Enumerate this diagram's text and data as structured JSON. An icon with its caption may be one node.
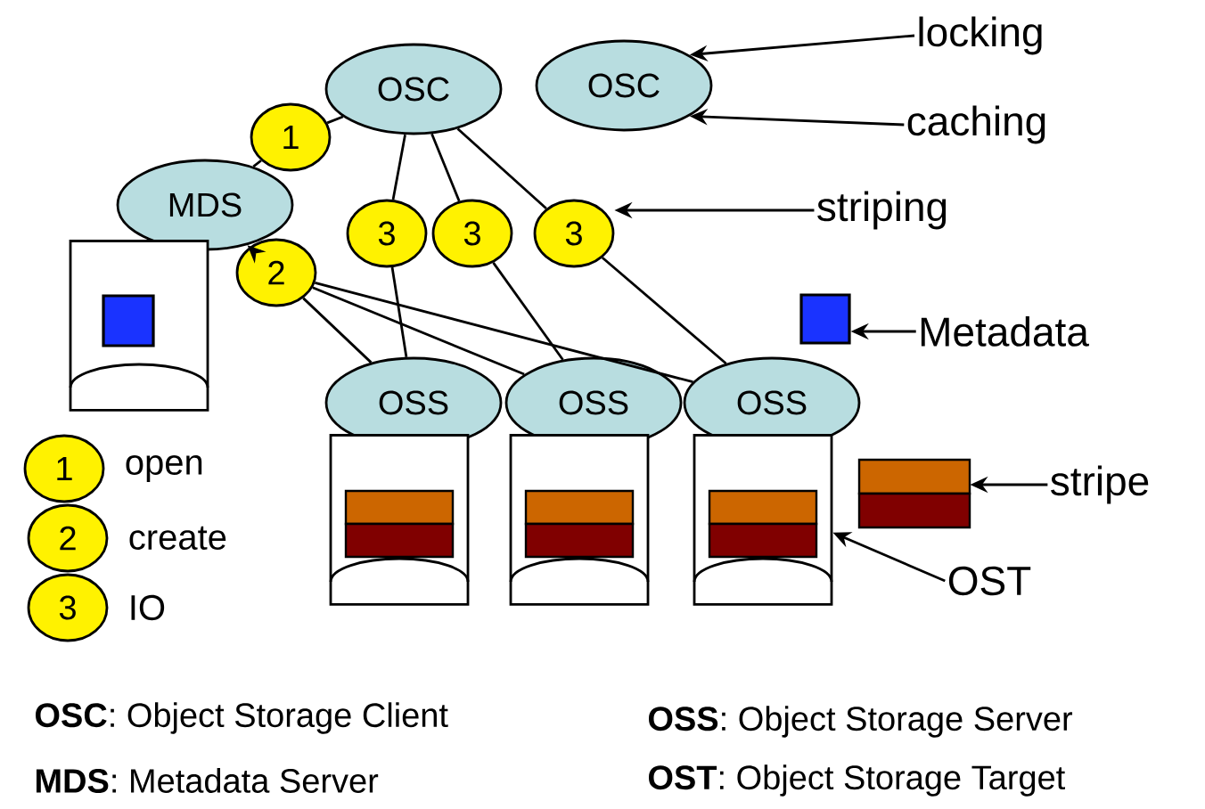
{
  "diagram": {
    "nodes": [
      {
        "text": [
          "OSC"
        ]
      },
      {
        "text": [
          "OSC"
        ]
      },
      {
        "text": [
          "locking"
        ]
      },
      {
        "text": [
          "caching"
        ]
      },
      {
        "text": [
          "1"
        ]
      },
      {
        "text": [
          "MDS"
        ]
      },
      {
        "text": [],
        "shape": "cylinder"
      },
      {
        "text": [
          "3"
        ]
      },
      {
        "text": [
          "3"
        ]
      },
      {
        "text": [
          "3"
        ]
      },
      {
        "text": [
          "striping"
        ]
      },
      {
        "text": [
          "2"
        ]
      },
      {
        "text": [],
        "shape": "box"
      },
      {
        "text": [
          "Metadata"
        ]
      },
      {
        "text": [
          "OSS"
        ]
      },
      {
        "text": [
          "OSS"
        ]
      },
      {
        "text": [
          "OSS"
        ]
      },
      {
        "text": [],
        "shape": "cylinder"
      },
      {
        "text": [],
        "shape": "cylinder"
      },
      {
        "text": [],
        "shape": "cylinder"
      },
      {
        "text": [],
        "shape": "box"
      },
      {
        "text": [
          "stripe"
        ]
      },
      {
        "text": [
          "OST"
        ]
      },
      {
        "text": [
          "1"
        ],
        "beside": [
          "open"
        ]
      },
      {
        "text": [
          "2"
        ],
        "beside": [
          "create"
        ]
      },
      {
        "text": [
          "3"
        ],
        "beside": [
          "IO"
        ]
      }
    ],
    "edges": [
      {
        "from": 4,
        "to": 0,
        "arrow": "none"
      },
      {
        "from": 4,
        "to": 5,
        "arrow": "none"
      },
      {
        "from": 11,
        "to": 5,
        "arrow": "to"
      },
      {
        "from": 11,
        "to": 14,
        "arrow": "none"
      },
      {
        "from": 11,
        "to": 15,
        "arrow": "none"
      },
      {
        "from": 11,
        "to": 16,
        "arrow": "none"
      },
      {
        "from": 0,
        "to": 7,
        "arrow": "none"
      },
      {
        "from": 0,
        "to": 8,
        "arrow": "none"
      },
      {
        "from": 0,
        "to": 9,
        "arrow": "none"
      },
      {
        "from": 7,
        "to": 14,
        "arrow": "none"
      },
      {
        "from": 8,
        "to": 15,
        "arrow": "none"
      },
      {
        "from": 9,
        "to": 16,
        "arrow": "none"
      },
      {
        "from": 2,
        "to": 1,
        "arrow": "to"
      },
      {
        "from": 3,
        "to": 1,
        "arrow": "to"
      },
      {
        "from": 10,
        "to": 9,
        "arrow": "to"
      },
      {
        "from": 13,
        "to": 12,
        "arrow": "to"
      },
      {
        "from": 21,
        "to": 20,
        "arrow": "to"
      },
      {
        "from": 22,
        "to": 19,
        "arrow": "to"
      }
    ],
    "labels": [
      "**OSC**: Object Storage Client",
      "**OSS**: Object Storage Server",
      "**MDS**: Metadata Server",
      "**OST**: Object Storage Target"
    ]
  }
}
